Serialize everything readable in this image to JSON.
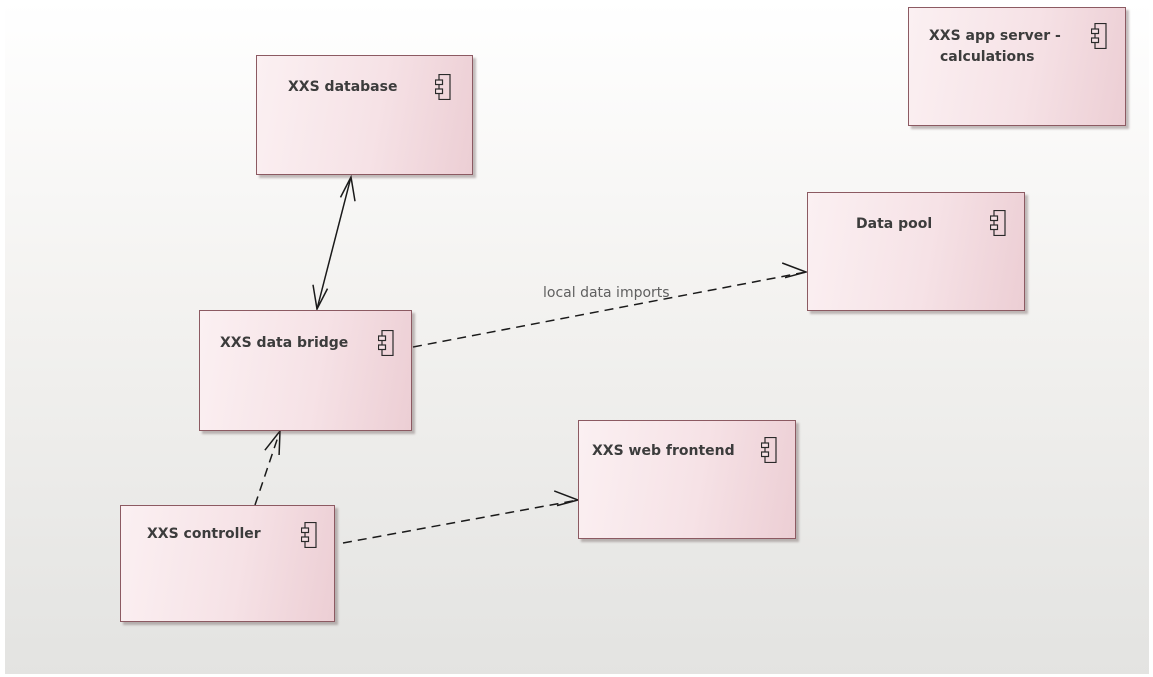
{
  "diagram": {
    "components": [
      {
        "id": "xxs-database",
        "label": "XXS database"
      },
      {
        "id": "xxs-app-server",
        "label": "XXS app server - calculations",
        "lines": [
          "XXS app server -",
          "calculations"
        ]
      },
      {
        "id": "data-pool",
        "label": "Data pool"
      },
      {
        "id": "xxs-data-bridge",
        "label": "XXS data bridge"
      },
      {
        "id": "xxs-web-frontend",
        "label": "XXS web frontend"
      },
      {
        "id": "xxs-controller",
        "label": "XXS controller"
      }
    ],
    "connections": [
      {
        "id": "database-bridge",
        "from": "xxs-database",
        "to": "xxs-data-bridge",
        "style": "solid",
        "arrows": "both",
        "label": ""
      },
      {
        "id": "bridge-datapool",
        "from": "xxs-data-bridge",
        "to": "data-pool",
        "style": "dashed",
        "arrows": "end",
        "label": "local data imports"
      },
      {
        "id": "controller-bridge",
        "from": "xxs-controller",
        "to": "xxs-data-bridge",
        "style": "dashed",
        "arrows": "end",
        "label": ""
      },
      {
        "id": "controller-frontend",
        "from": "xxs-controller",
        "to": "xxs-web-frontend",
        "style": "dashed",
        "arrows": "end",
        "label": ""
      }
    ],
    "colors": {
      "component_fill": "#f6e2e6",
      "component_border": "#8c5a62",
      "component_text": "#3c3c3c",
      "connector": "#1a1a1a",
      "connector_label": "#606060",
      "background": "#f3f2f0"
    },
    "icons": {
      "component": "component-icon"
    }
  }
}
